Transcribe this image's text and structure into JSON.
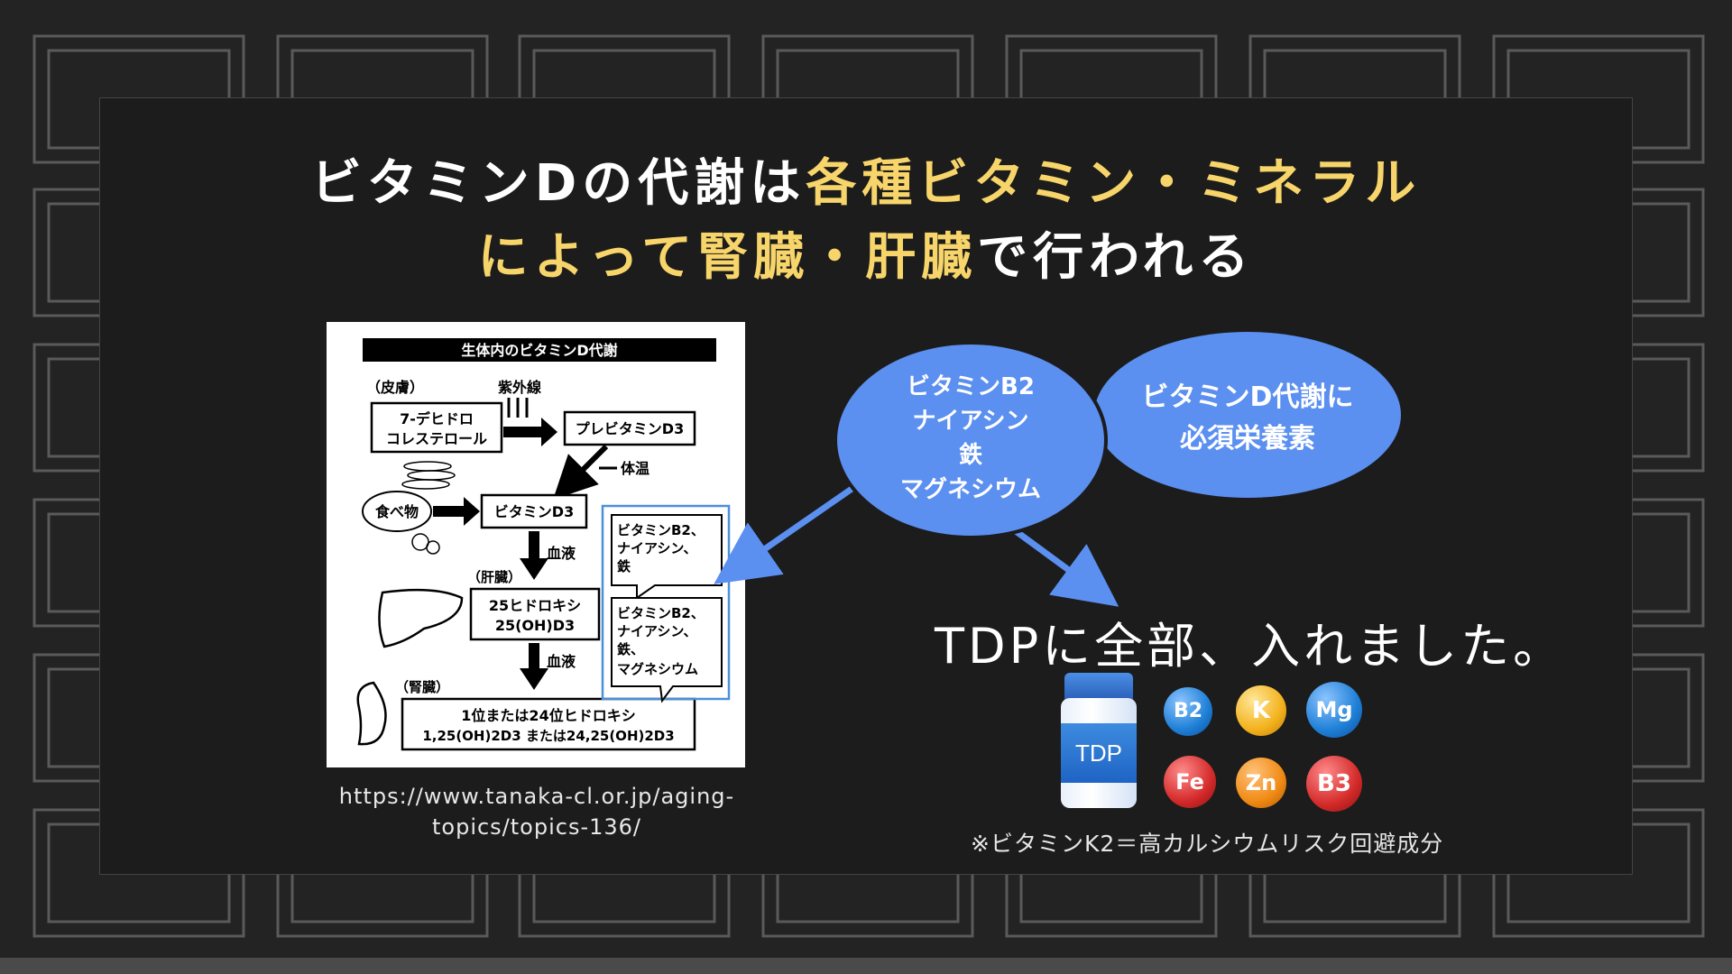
{
  "title": {
    "line1_white": "ビタミンDの代謝は",
    "line1_yellow": "各種ビタミン・ミネラル",
    "line2_yellow": "によって腎臓・肝臓",
    "line2_white": "で行われる"
  },
  "diagram": {
    "header": "生体内のビタミンD代謝",
    "skin_label": "（皮膚）",
    "uv_label": "紫外線",
    "box_7dehydro_line1": "7-デヒドロ",
    "box_7dehydro_line2": "コレステロール",
    "box_previtamin": "プレビタミンD3",
    "body_temp_label": "体温",
    "food_label": "食べ物",
    "box_vitamin_d3": "ビタミンD3",
    "blood1_label": "血液",
    "liver_label": "（肝臓）",
    "box_25oh_line1": "25ヒドロキシ",
    "box_25oh_line2": "25(OH)D3",
    "blood2_label": "血液",
    "kidney_label": "（腎臓）",
    "box_final_line1": "1位または24位ヒドロキシ",
    "box_final_line2": "1,25(OH)2D3 または24,25(OH)2D3",
    "callout1_line1": "ビタミンB2、",
    "callout1_line2": "ナイアシン、",
    "callout1_line3": "鉄",
    "callout2_line1": "ビタミンB2、",
    "callout2_line2": "ナイアシン、",
    "callout2_line3": "鉄、",
    "callout2_line4": "マグネシウム"
  },
  "source_url_line1": "https://www.tanaka-cl.or.jp/aging-",
  "source_url_line2": "topics/topics-136/",
  "bubble_nutrients": [
    "ビタミンB2",
    "ナイアシン",
    "鉄",
    "マグネシウム"
  ],
  "bubble_essential": [
    "ビタミンD代謝に",
    "必須栄養素"
  ],
  "tdp_statement": "TDPに全部、入れました。",
  "bottle_label": "TDP",
  "nutrient_icons": [
    {
      "label": "B2",
      "color": "#1e7fd6"
    },
    {
      "label": "K",
      "color": "#f3b21c"
    },
    {
      "label": "Mg",
      "color": "#1e7fd6"
    },
    {
      "label": "Fe",
      "color": "#d42a2a"
    },
    {
      "label": "Zn",
      "color": "#f08a14"
    },
    {
      "label": "B3",
      "color": "#d42a2a"
    }
  ],
  "footnote": "※ビタミンK2＝高カルシウムリスク回避成分",
  "colors": {
    "accent_yellow": "#f7d56a",
    "bubble_blue": "#5b8ff0",
    "background": "#1c1c1c"
  }
}
